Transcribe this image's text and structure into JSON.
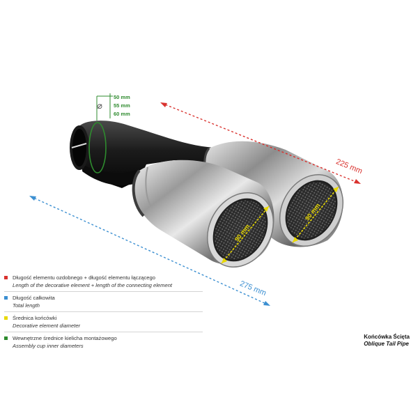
{
  "diameter": {
    "symbol": "⌀",
    "values": [
      "50 mm",
      "55 mm",
      "60 mm"
    ],
    "color": "#2e8b2e"
  },
  "dimensions": {
    "decorative_plus_connecting": "225 mm",
    "total_length": "275 mm",
    "tip_diameter_left": "90 mm",
    "tip_diameter_right": "90 mm"
  },
  "colors": {
    "red": "#d9322e",
    "blue": "#3b8fd1",
    "yellow": "#e8d800",
    "green": "#2e8b2e"
  },
  "legend": [
    {
      "color": "#d9322e",
      "pl": "Długość elementu ozdobnego + długość elementu łączącego",
      "en": "Length of the decorative element + length of the connecting element"
    },
    {
      "color": "#3b8fd1",
      "pl": "Długość całkowita",
      "en": "Total length"
    },
    {
      "color": "#e8d800",
      "pl": "Średnica końcówki",
      "en": "Decorative element diameter"
    },
    {
      "color": "#2e8b2e",
      "pl": "Wewnętrzne średnice kielicha montażowego",
      "en": "Assembly cup inner diameters"
    }
  ],
  "caption": {
    "pl": "Końcówka Ścięta",
    "en": "Oblique Tail Pipe"
  }
}
